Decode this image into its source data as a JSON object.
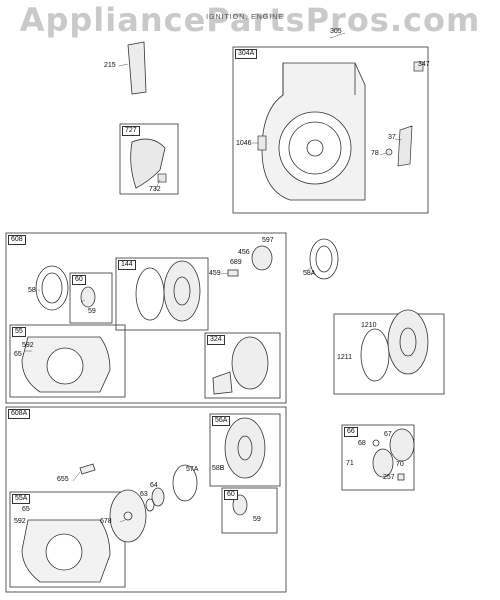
{
  "watermark": "AppliancePartsPros.com",
  "subtitle": "IGNITION, ENGINE",
  "colors": {
    "ink": "#333333",
    "watermark": "#c9c9c9",
    "fill": "#e6e6e6"
  },
  "callouts": {
    "c215": "215",
    "c305": "305",
    "c304A": "304A",
    "c347": "347",
    "c727": "727",
    "c732": "732",
    "c1046": "1046",
    "c37": "37",
    "c78": "78",
    "c608": "608",
    "c58": "58",
    "c60": "60",
    "c59": "59",
    "c144": "144",
    "c456": "456",
    "c597": "597",
    "c689": "689",
    "c459": "459",
    "c58A": "58A",
    "c55": "55",
    "c592": "592",
    "c65": "65",
    "c324": "324",
    "c1210": "1210",
    "c1211": "1211",
    "c608A": "608A",
    "c56A": "56A",
    "c57A": "57A",
    "c64": "64",
    "c63": "63",
    "c655": "655",
    "c58B": "58B",
    "c678": "678",
    "c60b": "60",
    "c59b": "59",
    "c55A": "55A",
    "c65b": "65",
    "c592b": "592",
    "c66": "66",
    "c68": "68",
    "c67": "67",
    "c71": "71",
    "c70": "70",
    "c257": "257"
  }
}
